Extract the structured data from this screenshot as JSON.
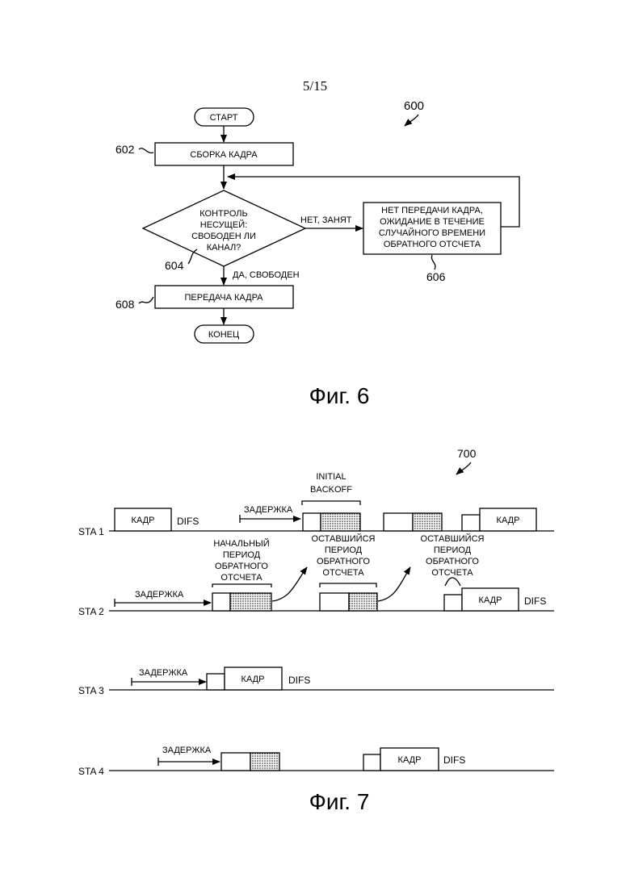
{
  "page": {
    "number": "5/15"
  },
  "fig6": {
    "ref": "600",
    "start": "СТАРТ",
    "assemble": "СБОРКА КАДРА",
    "decision": [
      "КОНТРОЛЬ",
      "НЕСУЩЕЙ:",
      "СВОБОДЕН ЛИ",
      "КАНАЛ?"
    ],
    "no_label": "НЕТ, ЗАНЯТ",
    "wait_box": [
      "НЕТ ПЕРЕДАЧИ КАДРА,",
      "ОЖИДАНИЕ В ТЕЧЕНИЕ",
      "СЛУЧАЙНОГО ВРЕМЕНИ",
      "ОБРАТНОГО ОТСЧЕТА"
    ],
    "yes_label": "ДА, СВОБОДЕН",
    "transmit": "ПЕРЕДАЧА КАДРА",
    "end": "КОНЕЦ",
    "refs": {
      "r602": "602",
      "r604": "604",
      "r606": "606",
      "r608": "608"
    },
    "caption": "Фиг. 6"
  },
  "fig7": {
    "ref": "700",
    "stations": [
      "STA 1",
      "STA 2",
      "STA 3",
      "STA 4"
    ],
    "frame": "КАДР",
    "difs": "DIFS",
    "delay": "ЗАДЕРЖКА",
    "initial_backoff": [
      "INITIAL",
      "BACKOFF"
    ],
    "initial_period": [
      "НАЧАЛЬНЫЙ",
      "ПЕРИОД",
      "ОБРАТНОГО",
      "ОТСЧЕТА"
    ],
    "remaining_period": [
      "ОСТАВШИЙСЯ",
      "ПЕРИОД",
      "ОБРАТНОГО",
      "ОТСЧЕТА"
    ],
    "caption": "Фиг. 7"
  }
}
